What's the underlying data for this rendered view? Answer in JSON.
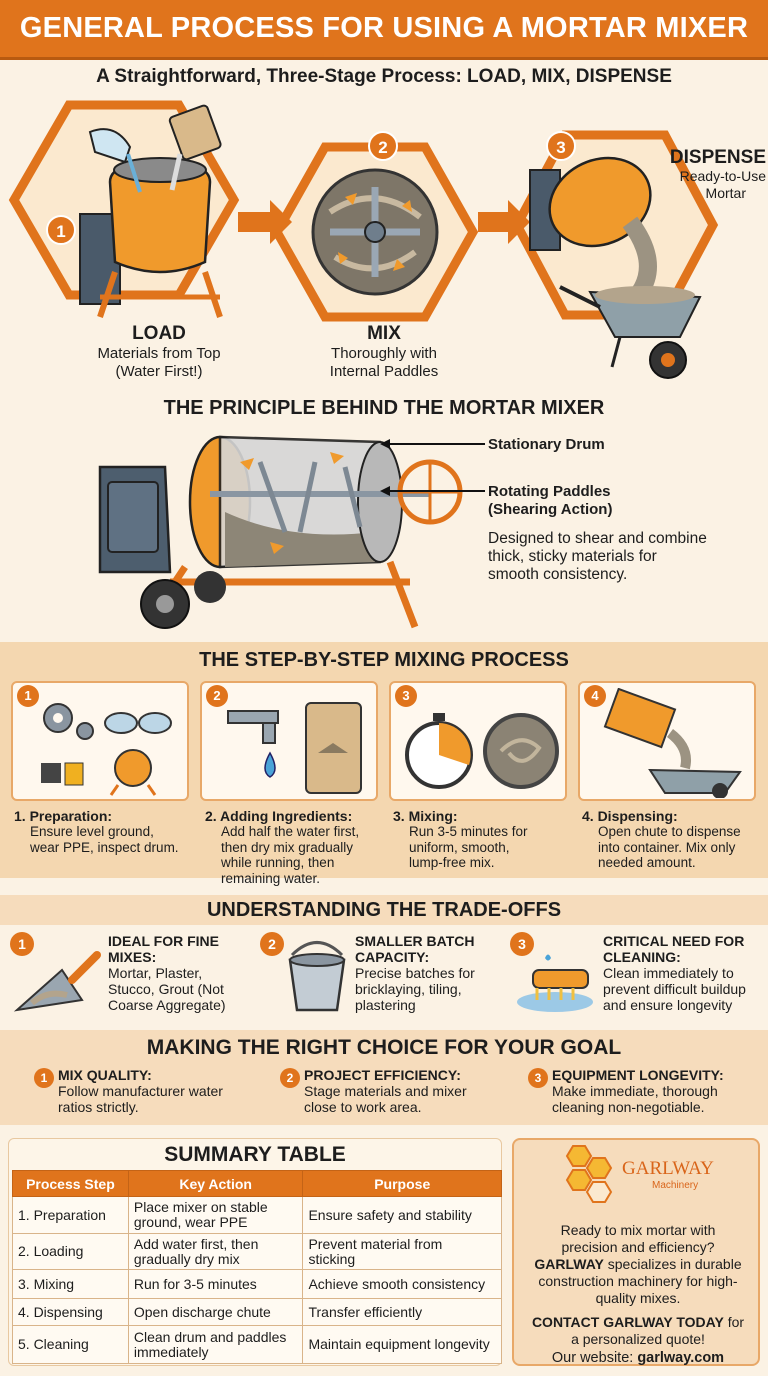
{
  "header": {
    "title": "GENERAL PROCESS FOR USING A MORTAR MIXER"
  },
  "subtitle": "A Straightforward, Three-Stage Process: LOAD, MIX, DISPENSE",
  "stages": [
    {
      "num": "1",
      "title": "LOAD",
      "desc1": "Materials from Top",
      "desc2": "(Water First!)"
    },
    {
      "num": "2",
      "title": "MIX",
      "desc1": "Thoroughly with",
      "desc2": "Internal Paddles"
    },
    {
      "num": "3",
      "title": "DISPENSE",
      "desc1": "Ready-to-Use",
      "desc2": "Mortar"
    }
  ],
  "principle": {
    "title": "THE PRINCIPLE BEHIND THE MORTAR MIXER",
    "drum_label": "Stationary Drum",
    "paddles_label1": "Rotating Paddles",
    "paddles_label2": "(Shearing Action)",
    "description": [
      "Designed to shear and combine",
      "thick, sticky materials for",
      "smooth consistency."
    ]
  },
  "steps": {
    "title": "THE STEP-BY-STEP MIXING PROCESS",
    "items": [
      {
        "num": "1",
        "title": "1. Preparation:",
        "lines": [
          "Ensure level ground,",
          "wear PPE, inspect drum."
        ]
      },
      {
        "num": "2",
        "title": "2. Adding Ingredients:",
        "lines": [
          "Add half the water first,",
          "then dry mix gradually",
          "while running, then",
          "remaining water."
        ]
      },
      {
        "num": "3",
        "title": "3. Mixing:",
        "lines": [
          "Run 3-5 minutes for",
          "uniform, smooth,",
          "lump-free mix."
        ]
      },
      {
        "num": "4",
        "title": "4. Dispensing:",
        "lines": [
          "Open chute to dispense",
          "into container. Mix only",
          "needed amount."
        ]
      }
    ]
  },
  "tradeoffs": {
    "title": "UNDERSTANDING THE TRADE-OFFS",
    "items": [
      {
        "num": "1",
        "title1": "IDEAL FOR FINE",
        "title2": "MIXES:",
        "lines": [
          "Mortar, Plaster,",
          "Stucco, Grout (Not",
          "Coarse Aggregate)"
        ]
      },
      {
        "num": "2",
        "title1": "SMALLER BATCH",
        "title2": "CAPACITY:",
        "lines": [
          "Precise batches for",
          "bricklaying, tiling,",
          "plastering"
        ]
      },
      {
        "num": "3",
        "title1": "CRITICAL NEED FOR",
        "title2": "CLEANING:",
        "lines": [
          "Clean immediately to",
          "prevent difficult buildup",
          "and ensure longevity"
        ]
      }
    ]
  },
  "goals": {
    "title": "MAKING THE RIGHT CHOICE FOR YOUR GOAL",
    "items": [
      {
        "num": "1",
        "title": "MIX QUALITY:",
        "lines": [
          "Follow manufacturer water",
          "ratios strictly."
        ]
      },
      {
        "num": "2",
        "title": "PROJECT EFFICIENCY:",
        "lines": [
          "Stage materials and mixer",
          "close to work area."
        ]
      },
      {
        "num": "3",
        "title": "EQUIPMENT LONGEVITY:",
        "lines": [
          "Make immediate, thorough",
          "cleaning non-negotiable."
        ]
      }
    ]
  },
  "summary": {
    "title": "SUMMARY TABLE",
    "headers": [
      "Process Step",
      "Key Action",
      "Purpose"
    ],
    "rows": [
      {
        "step": "1. Preparation",
        "action": [
          "Place mixer on stable",
          "ground, wear PPE"
        ],
        "purpose": "Ensure safety and stability"
      },
      {
        "step": "2. Loading",
        "action": [
          "Add water first, then",
          "gradually dry mix"
        ],
        "purpose": [
          "Prevent material from",
          "sticking"
        ]
      },
      {
        "step": "3. Mixing",
        "action": [
          "Run for 3-5 minutes"
        ],
        "purpose": "Achieve smooth consistency"
      },
      {
        "step": "4. Dispensing",
        "action": [
          "Open discharge chute"
        ],
        "purpose": "Transfer efficiently"
      },
      {
        "step": "5. Cleaning",
        "action": [
          "Clean drum and paddles",
          "immediately"
        ],
        "purpose": "Maintain equipment longevity"
      }
    ]
  },
  "cta": {
    "brand": "GARLWAY",
    "brand_sub": "Machinery",
    "p1_lines": [
      "Ready to mix mortar with",
      "precision and efficiency?"
    ],
    "p1_bold": "GARLWAY",
    "p1_rest": [
      " specializes in durable",
      "construction machinery for high-",
      "quality mixes."
    ],
    "contact_bold": "CONTACT GARLWAY TODAY",
    "contact_rest": " for",
    "contact_line2": "a personalized quote!",
    "website_label": "Our website: ",
    "website": "garlway.com"
  },
  "colors": {
    "accent": "#e0741c",
    "band": "#f4d7b0",
    "background": "#fbf2e4"
  }
}
